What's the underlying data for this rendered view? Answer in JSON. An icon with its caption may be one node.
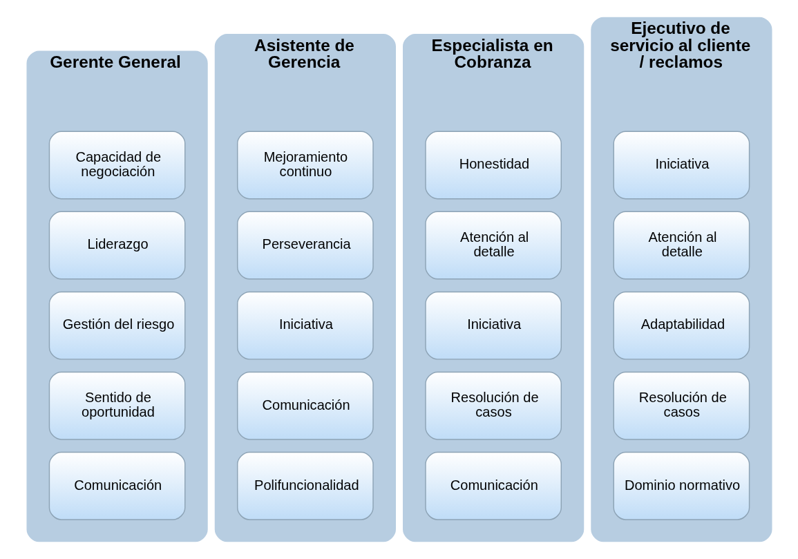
{
  "diagram": {
    "nodes": [
      {
        "text": [
          "Gerente General"
        ]
      },
      {
        "text": [
          "Capacidad de negociación"
        ],
        "in": 0
      },
      {
        "text": [
          "Liderazgo"
        ],
        "in": 0
      },
      {
        "text": [
          "Gestión del riesgo"
        ],
        "in": 0
      },
      {
        "text": [
          "Sentido de oportunidad"
        ],
        "in": 0
      },
      {
        "text": [
          "Comunicación"
        ],
        "in": 0
      },
      {
        "text": [
          "Asistente de Gerencia"
        ]
      },
      {
        "text": [
          "Mejoramiento continuo"
        ],
        "in": 6
      },
      {
        "text": [
          "Perseverancia"
        ],
        "in": 6
      },
      {
        "text": [
          "Iniciativa"
        ],
        "in": 6
      },
      {
        "text": [
          "Comunicación"
        ],
        "in": 6
      },
      {
        "text": [
          "Polifuncionalidad"
        ],
        "in": 6
      },
      {
        "text": [
          "Especialista en Cobranza"
        ]
      },
      {
        "text": [
          "Honestidad"
        ],
        "in": 12
      },
      {
        "text": [
          "Atención al detalle"
        ],
        "in": 12
      },
      {
        "text": [
          "Iniciativa"
        ],
        "in": 12
      },
      {
        "text": [
          "Resolución de casos"
        ],
        "in": 12
      },
      {
        "text": [
          "Comunicación"
        ],
        "in": 12
      },
      {
        "text": [
          "Ejecutivo de servicio al cliente / reclamos"
        ]
      },
      {
        "text": [
          "Iniciativa"
        ],
        "in": 18
      },
      {
        "text": [
          "Atención al detalle"
        ],
        "in": 18
      },
      {
        "text": [
          "Adaptabilidad"
        ],
        "in": 18
      },
      {
        "text": [
          "Resolución de casos"
        ],
        "in": 18
      },
      {
        "text": [
          "Dominio normativo"
        ],
        "in": 18
      }
    ],
    "edges": []
  }
}
